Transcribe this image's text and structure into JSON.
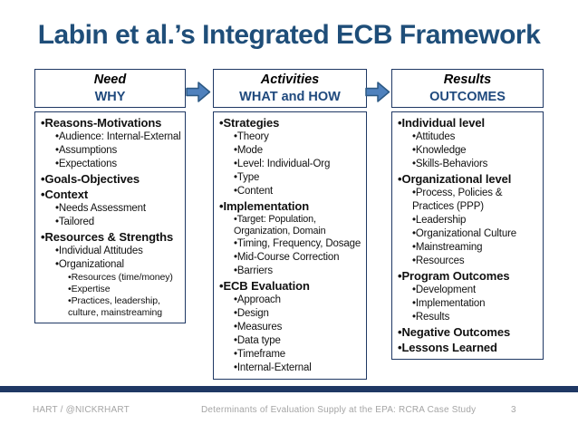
{
  "title": "Labin et al.’s Integrated ECB Framework",
  "columns": [
    {
      "id": "need",
      "header_title": "Need",
      "header_subtitle": "WHY",
      "items": [
        {
          "t": "•Reasons-Motivations",
          "lvl": 1
        },
        {
          "t": "•Audience: Internal-External",
          "lvl": 2
        },
        {
          "t": "•Assumptions",
          "lvl": 2
        },
        {
          "t": "•Expectations",
          "lvl": 2
        },
        {
          "t": "•Goals-Objectives",
          "lvl": 1
        },
        {
          "t": "•Context",
          "lvl": 1
        },
        {
          "t": "•Needs Assessment",
          "lvl": 2
        },
        {
          "t": "•Tailored",
          "lvl": 2
        },
        {
          "t": "•Resources & Strengths",
          "lvl": 1
        },
        {
          "t": "•Individual Attitudes",
          "lvl": 2
        },
        {
          "t": "•Organizational",
          "lvl": 2
        },
        {
          "t": "•Resources (time/money)",
          "lvl": 3
        },
        {
          "t": "•Expertise",
          "lvl": 3
        },
        {
          "t": "•Practices, leadership, culture, mainstreaming",
          "lvl": 3
        }
      ]
    },
    {
      "id": "activities",
      "header_title": "Activities",
      "header_subtitle": "WHAT and HOW",
      "items": [
        {
          "t": "•Strategies",
          "lvl": 1
        },
        {
          "t": "•Theory",
          "lvl": 2
        },
        {
          "t": "•Mode",
          "lvl": 2
        },
        {
          "t": "•Level: Individual-Org",
          "lvl": 2
        },
        {
          "t": "•Type",
          "lvl": 2
        },
        {
          "t": "•Content",
          "lvl": 2
        },
        {
          "t": "•Implementation",
          "lvl": 1
        },
        {
          "t": "•Target: Population, Organization, Domain",
          "lvl": 2,
          "small": true
        },
        {
          "t": "•Timing, Frequency, Dosage",
          "lvl": 2
        },
        {
          "t": "•Mid-Course Correction",
          "lvl": 2
        },
        {
          "t": "•Barriers",
          "lvl": 2
        },
        {
          "t": "•ECB Evaluation",
          "lvl": 1
        },
        {
          "t": "•Approach",
          "lvl": 2
        },
        {
          "t": "•Design",
          "lvl": 2
        },
        {
          "t": "•Measures",
          "lvl": 2
        },
        {
          "t": "•Data type",
          "lvl": 2
        },
        {
          "t": "•Timeframe",
          "lvl": 2
        },
        {
          "t": "•Internal-External",
          "lvl": 2
        }
      ]
    },
    {
      "id": "results",
      "header_title": "Results",
      "header_subtitle": "OUTCOMES",
      "items": [
        {
          "t": "•Individual level",
          "lvl": 1
        },
        {
          "t": "•Attitudes",
          "lvl": 2
        },
        {
          "t": "•Knowledge",
          "lvl": 2
        },
        {
          "t": "•Skills-Behaviors",
          "lvl": 2
        },
        {
          "t": "•Organizational level",
          "lvl": 1
        },
        {
          "t": "•Process, Policies & Practices (PPP)",
          "lvl": 2
        },
        {
          "t": "•Leadership",
          "lvl": 2
        },
        {
          "t": "•Organizational Culture",
          "lvl": 2
        },
        {
          "t": "•Mainstreaming",
          "lvl": 2
        },
        {
          "t": "•Resources",
          "lvl": 2
        },
        {
          "t": "•Program Outcomes",
          "lvl": 1
        },
        {
          "t": "•Development",
          "lvl": 2
        },
        {
          "t": "•Implementation",
          "lvl": 2
        },
        {
          "t": "•Results",
          "lvl": 2
        },
        {
          "t": "•Negative Outcomes",
          "lvl": 1
        },
        {
          "t": "•Lessons Learned",
          "lvl": 1
        }
      ]
    }
  ],
  "arrows": [
    {
      "name": "arrow-need-to-activities"
    },
    {
      "name": "arrow-activities-to-results"
    }
  ],
  "footer": {
    "left": "HART / @NICKRHART",
    "center": "Determinants of Evaluation Supply at the EPA: RCRA Case Study",
    "page_number": "3"
  },
  "colors": {
    "title_color": "#1F4E79",
    "header_accent": "#1F497D",
    "box_border": "#1F3864",
    "arrow_fill": "#4F81BD",
    "arrow_stroke": "#2C5984",
    "footer_bar": "#1F3864",
    "footer_text": "#A5A5A5"
  }
}
